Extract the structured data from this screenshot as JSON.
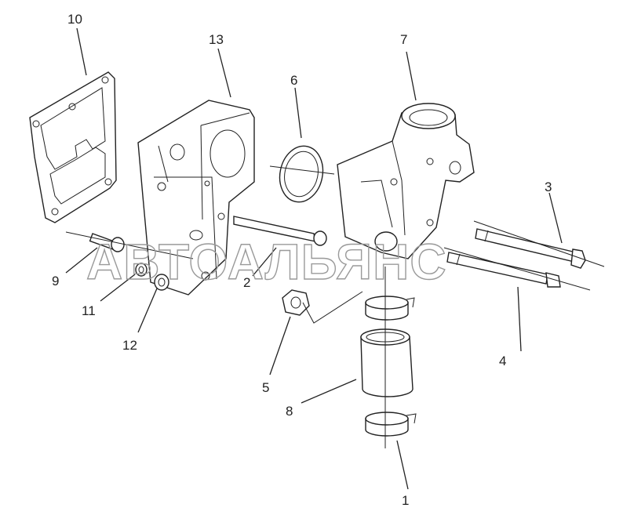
{
  "labels": {
    "l1": "1",
    "l2": "2",
    "l3": "3",
    "l4": "4",
    "l5": "5",
    "l6": "6",
    "l7": "7",
    "l8": "8",
    "l9": "9",
    "l10": "10",
    "l11": "11",
    "l12": "12",
    "l13": "13"
  },
  "watermark": "АВТОАЛЬЯНС",
  "colors": {
    "line": "#222222",
    "watermark": "#9a9a9a"
  }
}
